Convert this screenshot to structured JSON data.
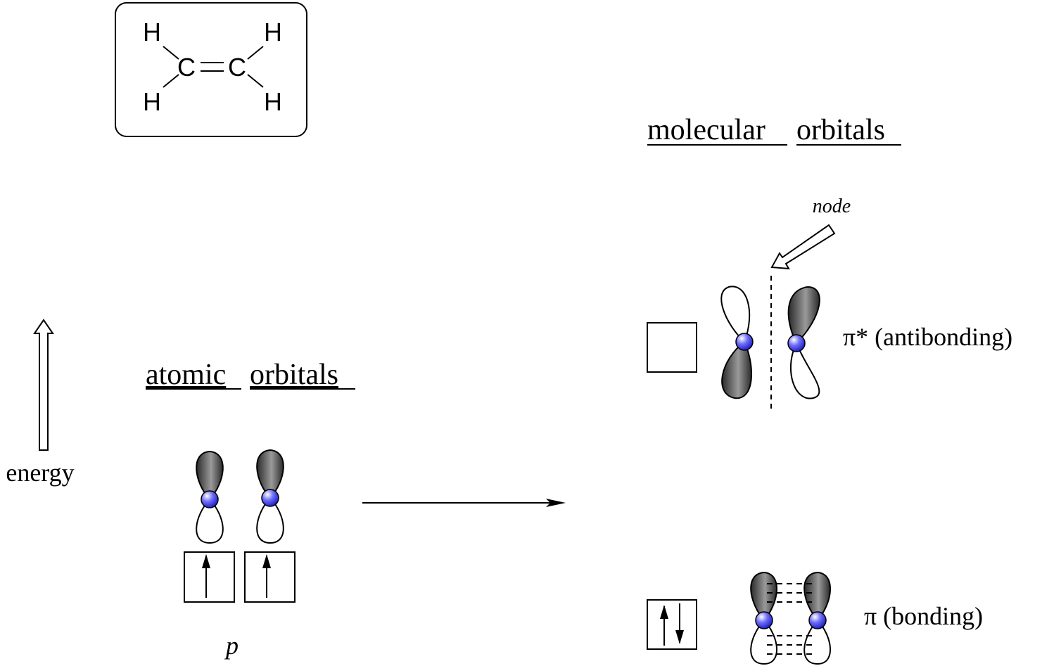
{
  "molecule": {
    "atoms": {
      "c_left": "C",
      "c_right": "C",
      "h_top_left": "H",
      "h_bottom_left": "H",
      "h_top_right": "H",
      "h_bottom_right": "H"
    }
  },
  "energy_axis": {
    "label": "energy"
  },
  "atomic": {
    "heading_word1": "atomic",
    "heading_word2": "orbitals",
    "orbital_label": "p"
  },
  "molecular": {
    "heading_word1": "molecular",
    "heading_word2": "orbitals",
    "node_label": "node",
    "antibonding_label": "π* (antibonding)",
    "bonding_label": "π (bonding)"
  },
  "colors": {
    "nucleus": "#3a3af0",
    "lobe_dark": "#3c3c3c",
    "lobe_light": "#ffffff"
  },
  "icons": {
    "energy_arrow": "hollow-up-arrow-icon",
    "node_arrow": "hollow-diagonal-arrow-icon",
    "reaction_arrow": "right-arrow-icon"
  }
}
